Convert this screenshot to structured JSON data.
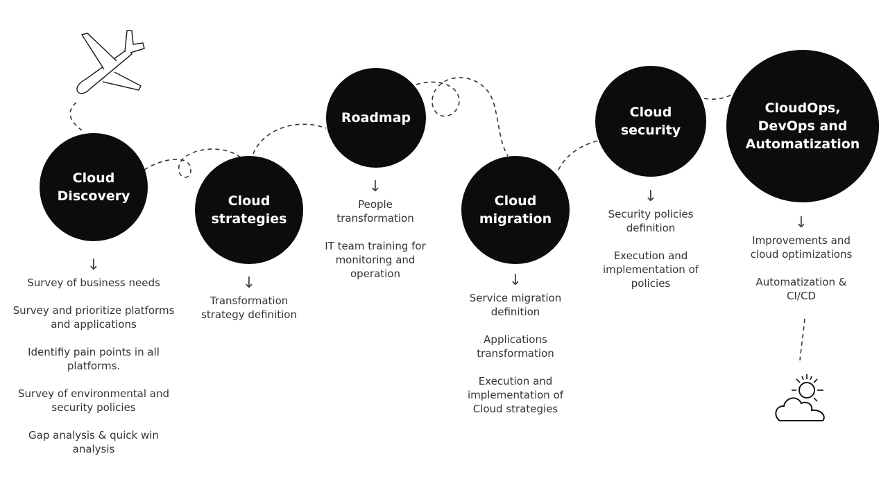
{
  "stages": [
    {
      "title": "Cloud Discovery",
      "items": [
        "Survey of business needs",
        "Survey and prioritize platforms and applications",
        "Identifiy pain points in all platforms.",
        "Survey of environmental and security policies",
        "Gap analysis &  quick win analysis"
      ]
    },
    {
      "title": "Cloud strategies",
      "items": [
        "Transformation strategy definition"
      ]
    },
    {
      "title": "Roadmap",
      "items": [
        "People transformation",
        "IT team training  for monitoring and operation"
      ]
    },
    {
      "title": "Cloud migration",
      "items": [
        "Service migration definition",
        "Applications transformation",
        "Execution and implementation of Cloud strategies"
      ]
    },
    {
      "title": "Cloud security",
      "items": [
        "Security policies definition",
        "Execution and implementation of policies"
      ]
    },
    {
      "title": "CloudOps, DevOps and Automatization",
      "items": [
        "Improvements and cloud optimizations",
        "Automatization & CI/CD"
      ]
    }
  ],
  "arrow": "↓",
  "icons": {
    "start": "airplane-icon",
    "end": "sun-cloud-icon"
  }
}
